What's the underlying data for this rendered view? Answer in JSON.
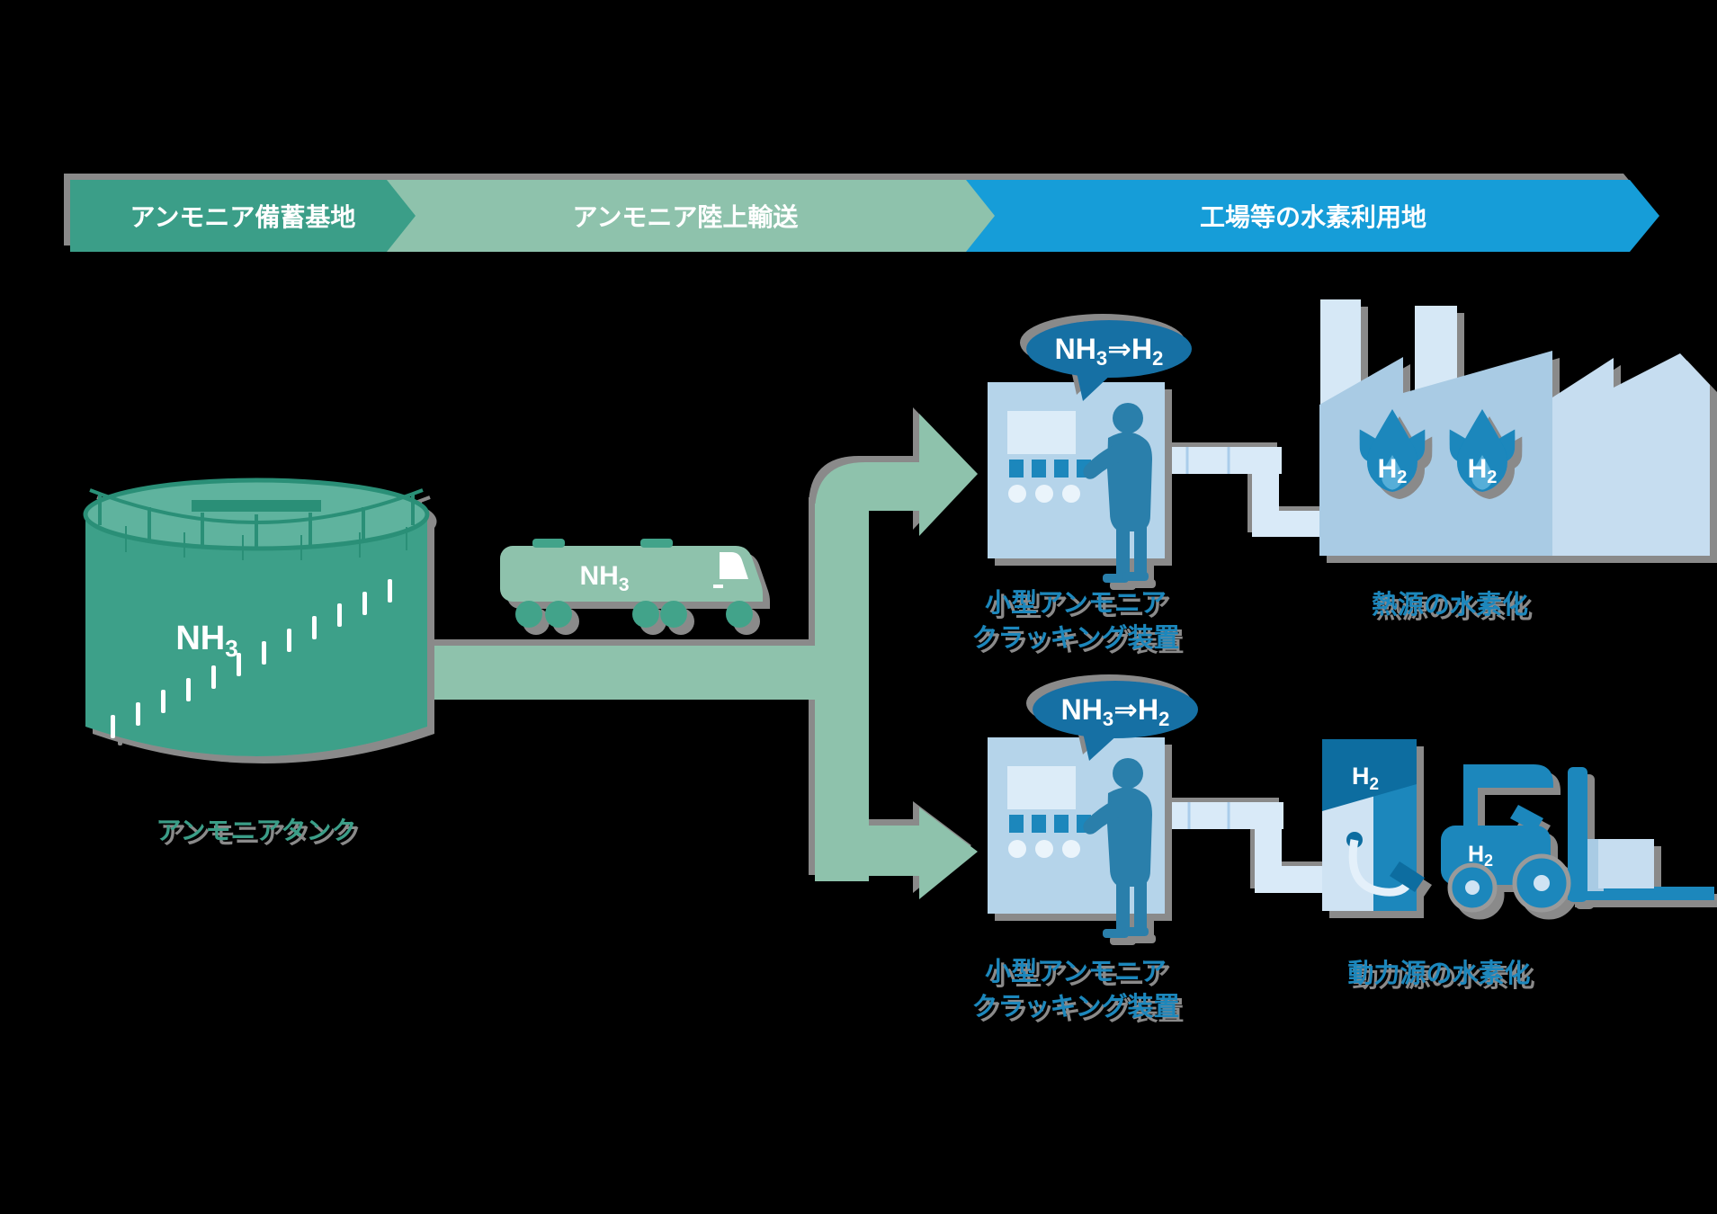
{
  "banners": {
    "storage": "アンモニア備蓄基地",
    "transport": "アンモニア陸上輸送",
    "usage": "工場等の水素利用地"
  },
  "chem": {
    "nh3_base": "NH",
    "nh3_sub": "3",
    "h2_base": "H",
    "h2_sub": "2",
    "to_h2_base": "⇒H",
    "to_h2_sub": "2"
  },
  "tank": {
    "caption": "アンモニアタンク"
  },
  "cracker": {
    "line1": "小型アンモニア",
    "line2": "クラッキング装置"
  },
  "factory": {
    "caption": "熱源の水素化"
  },
  "forklift": {
    "caption": "動力源の水素化"
  },
  "colors": {
    "banner_teal": "#3a9e88",
    "banner_sage": "#8ec2ac",
    "banner_blue": "#169dd8",
    "accent_blue": "#1a87bc",
    "bubble_blue": "#1470a4",
    "panel_light_blue": "#b5d4ea",
    "pipe_blue": "#d9eaf8",
    "factory_blue": "#a9cbe4",
    "shadow_gray": "#8a8a8a"
  }
}
